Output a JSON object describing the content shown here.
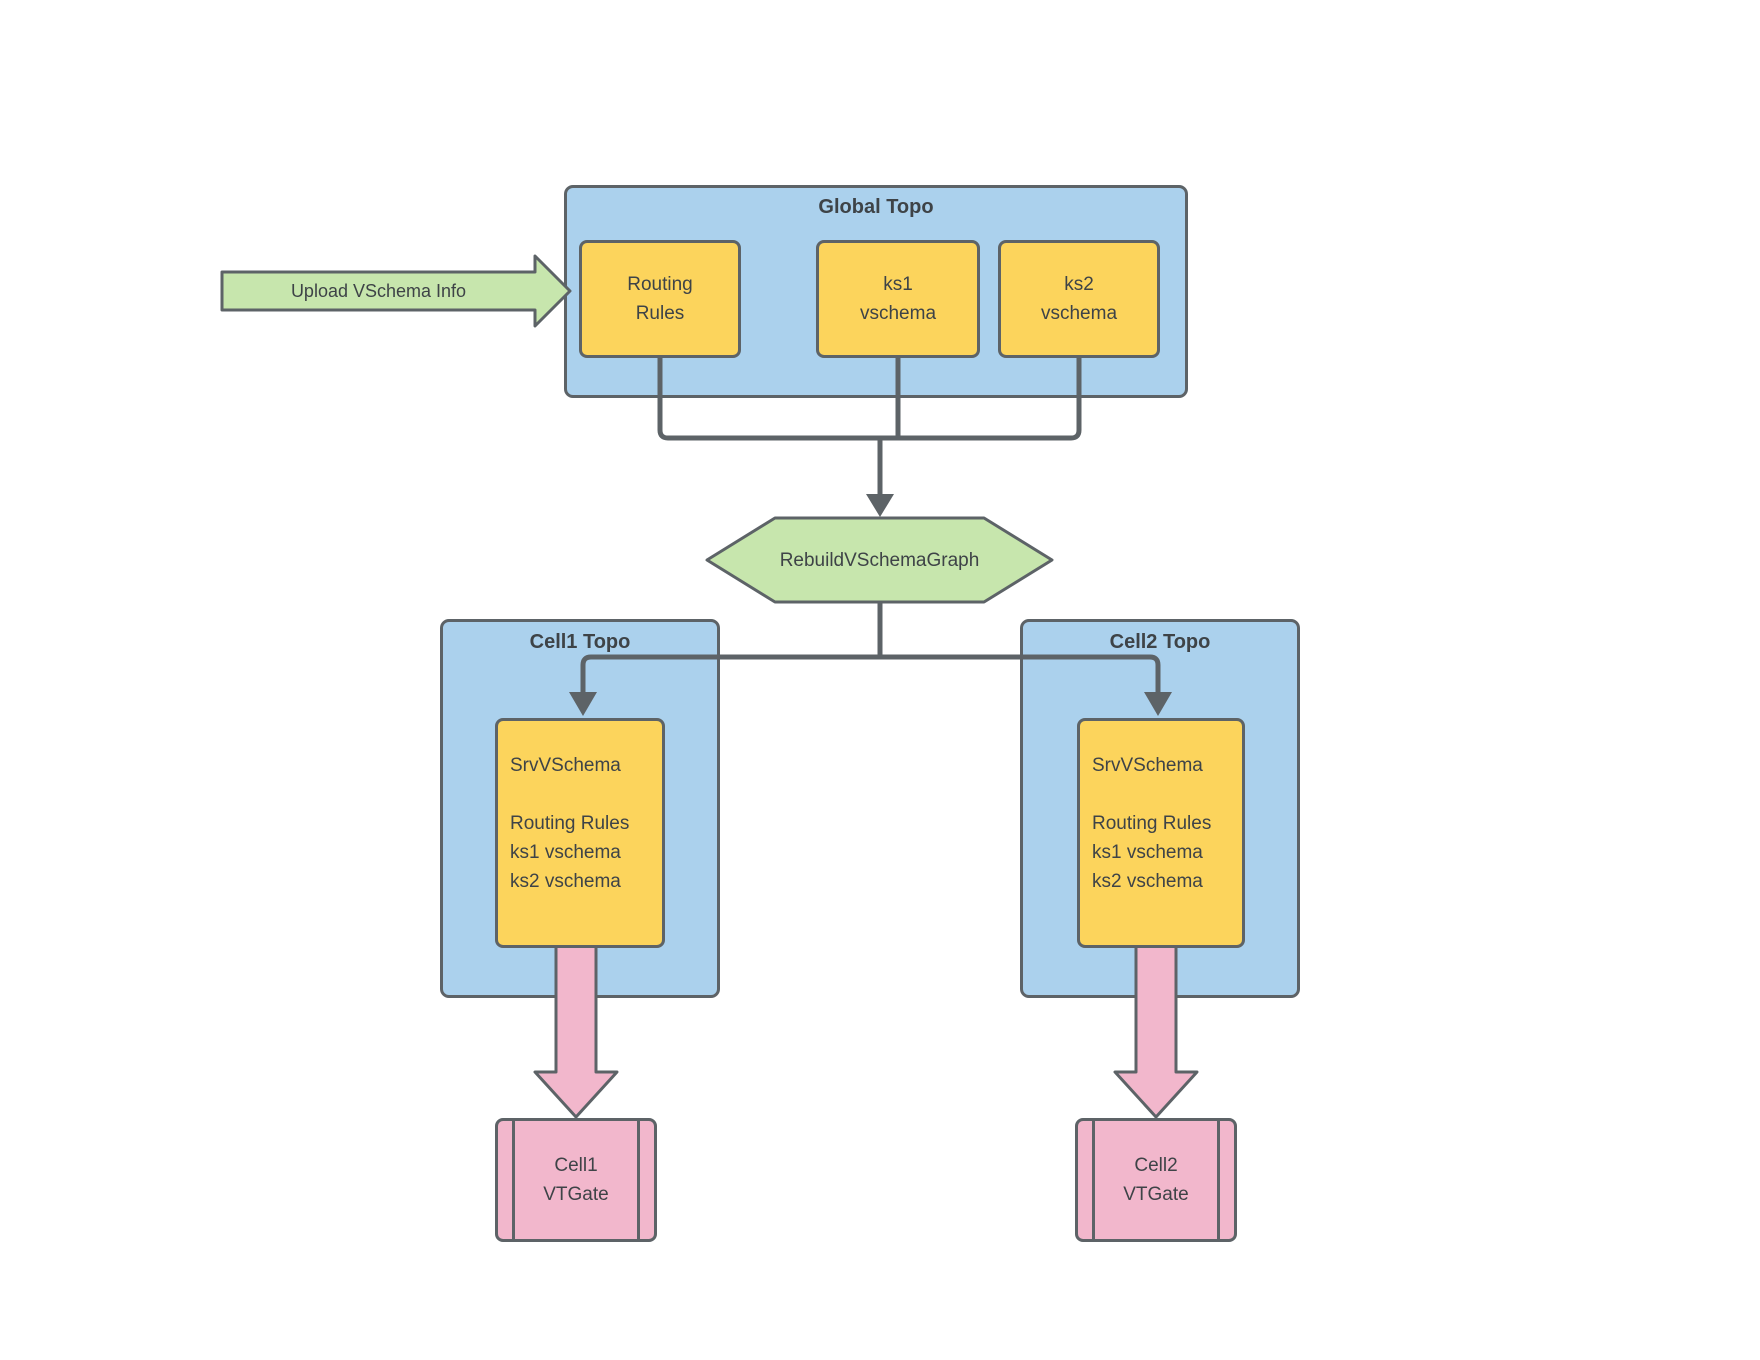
{
  "colors": {
    "container_fill": "#ABD1ED",
    "node_fill": "#FCD45C",
    "action_fill": "#C7E6AD",
    "gate_fill": "#F2B7CC",
    "stroke": "#5D6367",
    "text": "#3E4347"
  },
  "upload_arrow": {
    "label": "Upload VSchema Info"
  },
  "global_topo": {
    "title": "Global Topo",
    "boxes": [
      {
        "lines": [
          "Routing",
          "Rules"
        ]
      },
      {
        "lines": [
          "ks1",
          "vschema"
        ]
      },
      {
        "lines": [
          "ks2",
          "vschema"
        ]
      }
    ]
  },
  "rebuild_step": {
    "label": "RebuildVSchemaGraph"
  },
  "cells": [
    {
      "title": "Cell1 Topo",
      "srvvschema": {
        "header": "SrvVSchema",
        "items": [
          "Routing Rules",
          "ks1 vschema",
          "ks2 vschema"
        ]
      },
      "vtgate": {
        "lines": [
          "Cell1",
          "VTGate"
        ]
      }
    },
    {
      "title": "Cell2 Topo",
      "srvvschema": {
        "header": "SrvVSchema",
        "items": [
          "Routing Rules",
          "ks1 vschema",
          "ks2 vschema"
        ]
      },
      "vtgate": {
        "lines": [
          "Cell2",
          "VTGate"
        ]
      }
    }
  ]
}
